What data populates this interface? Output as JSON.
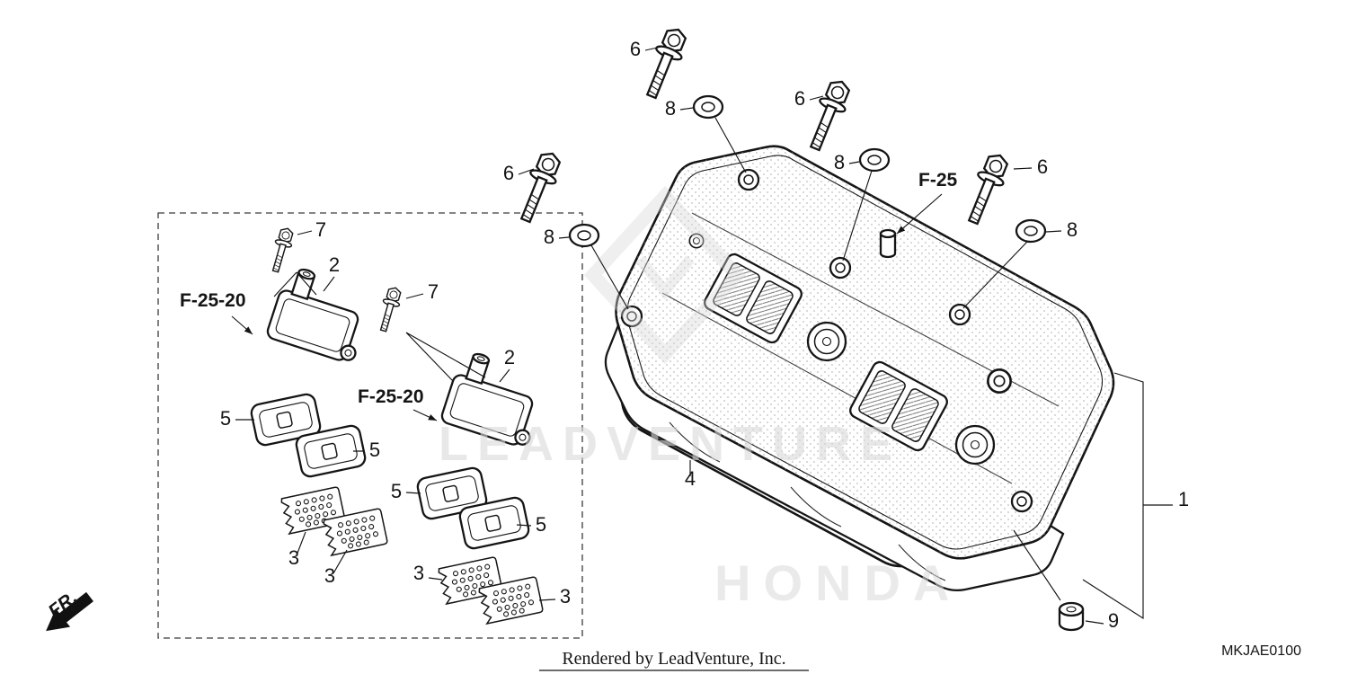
{
  "page": {
    "footer_text": "Rendered by LeadVenture, Inc.",
    "diagram_code": "MKJAE0100",
    "direction_label": "FR.",
    "line_color": "#151515",
    "background": "#ffffff"
  },
  "watermarks": {
    "brand": "LEADVENTURE",
    "manufacturer": "HONDA"
  },
  "reference_labels": {
    "cover_ref": "F-25",
    "coil_ref_1": "F-25-20",
    "coil_ref_2": "F-25-20"
  },
  "callouts": {
    "cover": "1",
    "coil_1": "2",
    "coil_2": "2",
    "plate_1": "3",
    "plate_2": "3",
    "plate_3": "3",
    "plate_4": "3",
    "gasket": "4",
    "seal_1": "5",
    "seal_2": "5",
    "seal_3": "5",
    "seal_4": "5",
    "bolt_1": "6",
    "bolt_2": "6",
    "bolt_3": "6",
    "bolt_4": "6",
    "screw_1": "7",
    "screw_2": "7",
    "washer_1": "8",
    "washer_2": "8",
    "washer_3": "8",
    "washer_4": "8",
    "cap": "9"
  }
}
